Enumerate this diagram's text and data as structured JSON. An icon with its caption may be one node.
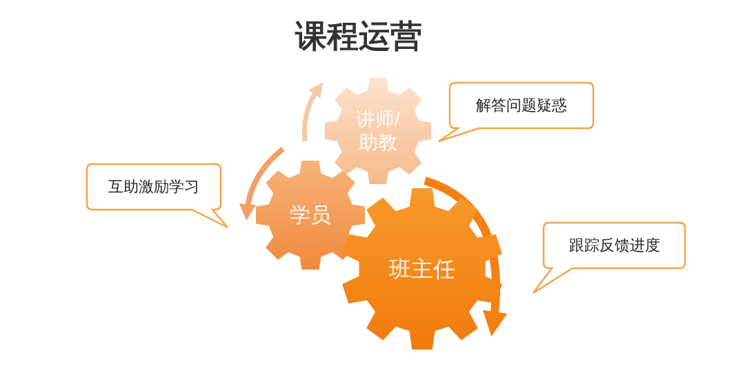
{
  "diagram": {
    "title": "课程运营",
    "nodes": [
      {
        "text": [
          "讲师/助教"
        ]
      },
      {
        "text": [
          "学员"
        ]
      },
      {
        "text": [
          "班主任"
        ]
      },
      {
        "text": [
          "解答问题疑惑"
        ]
      },
      {
        "text": [
          "互助激励学习"
        ]
      },
      {
        "text": [
          "跟踪反馈进度"
        ]
      }
    ]
  }
}
